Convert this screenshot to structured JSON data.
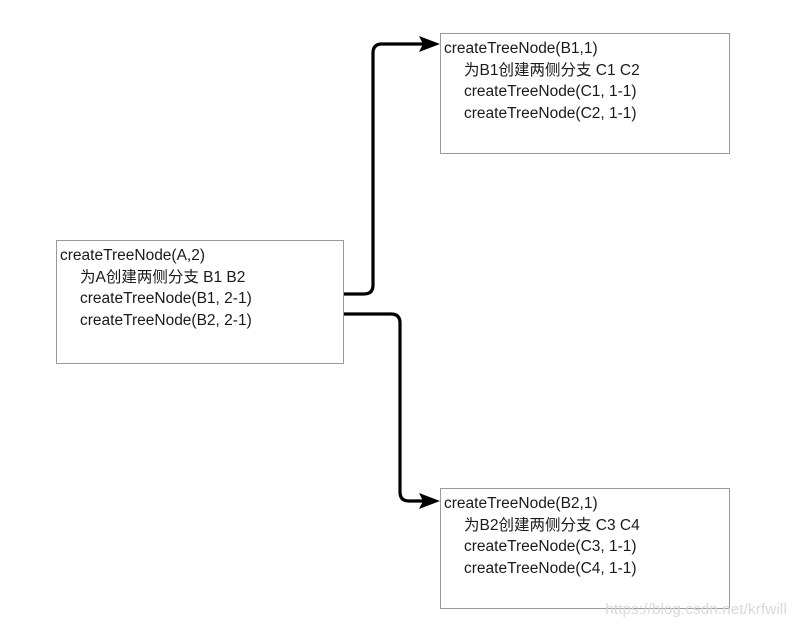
{
  "diagram": {
    "type": "recursion-call-flow",
    "title": "createTreeNode recursion expansion",
    "nodes": [
      {
        "id": "box-a",
        "name": "createTreeNode-A-box",
        "lines": [
          {
            "text": "createTreeNode(A,2)",
            "indent": false
          },
          {
            "text": "为A创建两侧分支 B1 B2",
            "indent": true
          },
          {
            "text": "createTreeNode(B1, 2-1)",
            "indent": true
          },
          {
            "text": "createTreeNode(B2, 2-1)",
            "indent": true
          }
        ]
      },
      {
        "id": "box-b1",
        "name": "createTreeNode-B1-box",
        "lines": [
          {
            "text": "createTreeNode(B1,1)",
            "indent": false
          },
          {
            "text": "为B1创建两侧分支 C1 C2",
            "indent": true
          },
          {
            "text": "createTreeNode(C1, 1-1)",
            "indent": true
          },
          {
            "text": "createTreeNode(C2, 1-1)",
            "indent": true
          }
        ]
      },
      {
        "id": "box-b2",
        "name": "createTreeNode-B2-box",
        "lines": [
          {
            "text": "createTreeNode(B2,1)",
            "indent": false
          },
          {
            "text": "为B2创建两侧分支 C3 C4",
            "indent": true
          },
          {
            "text": "createTreeNode(C3, 1-1)",
            "indent": true
          },
          {
            "text": "createTreeNode(C4, 1-1)",
            "indent": true
          }
        ]
      }
    ],
    "edges": [
      {
        "id": "edge-b1",
        "name": "edge-a-to-b1",
        "from": "createTreeNode(B1, 2-1)",
        "to": "createTreeNode(B1,1)"
      },
      {
        "id": "edge-b2",
        "name": "edge-a-to-b2",
        "from": "createTreeNode(B2, 2-1)",
        "to": "createTreeNode(B2,1)"
      }
    ],
    "colors": {
      "box_border": "#9a9a9a",
      "box_fill": "#ffffff",
      "edge_stroke": "#000000",
      "text": "#1a1a1a",
      "watermark": "#d8d8d8",
      "background": "#ffffff"
    }
  },
  "watermark": {
    "text": "https://blog.csdn.net/krfwill"
  }
}
